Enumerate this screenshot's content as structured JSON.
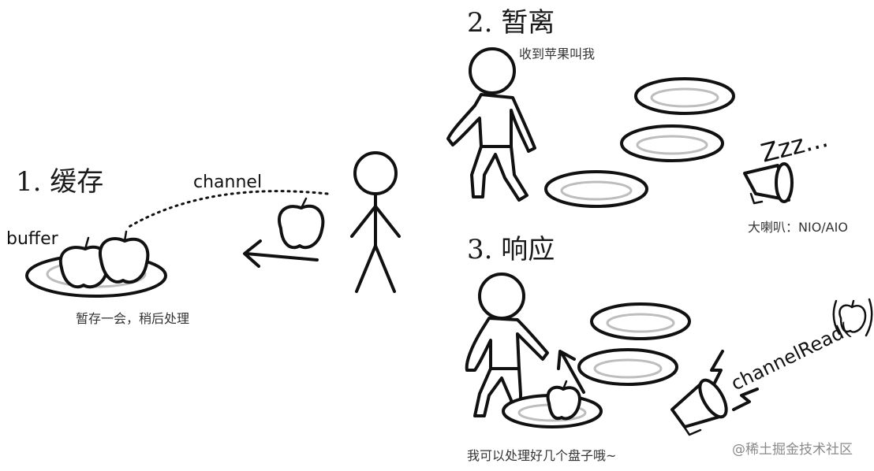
{
  "sections": {
    "buffer": {
      "heading": "1. 缓存",
      "caption": "暂存一会，稍后处理"
    },
    "away": {
      "heading": "2. 暂离",
      "caption": "收到苹果叫我"
    },
    "respond": {
      "heading": "3. 响应",
      "caption": "我可以处理好几个盘子哦~"
    }
  },
  "labels": {
    "channel": "channel",
    "buffer": "buffer",
    "speaker": "大喇叭：NIO/AIO",
    "zzz": "Zzz...",
    "channel_read": "channelRead("
  },
  "watermark": "@稀土掘金技术社区",
  "icons": [
    "stick-figure",
    "apple",
    "plate",
    "megaphone",
    "lightning-bolt",
    "arrow"
  ],
  "colors": {
    "ink": "#111111",
    "plate_rim": "#bdbdbd",
    "background": "#ffffff"
  }
}
